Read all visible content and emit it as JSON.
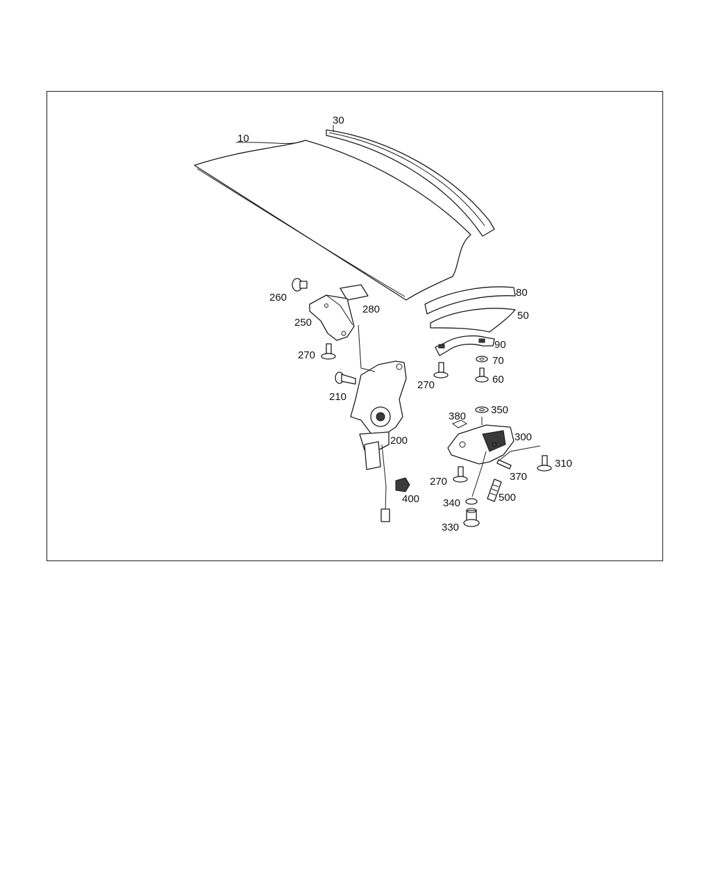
{
  "diagram": {
    "callouts": [
      "10",
      "30",
      "80",
      "50",
      "90",
      "70",
      "60",
      "270",
      "260",
      "280",
      "250",
      "270",
      "210",
      "200",
      "400",
      "380",
      "350",
      "300",
      "310",
      "370",
      "270",
      "340",
      "500",
      "330"
    ]
  },
  "colors": {
    "line": "#1a1a1a",
    "background": "#ffffff"
  }
}
